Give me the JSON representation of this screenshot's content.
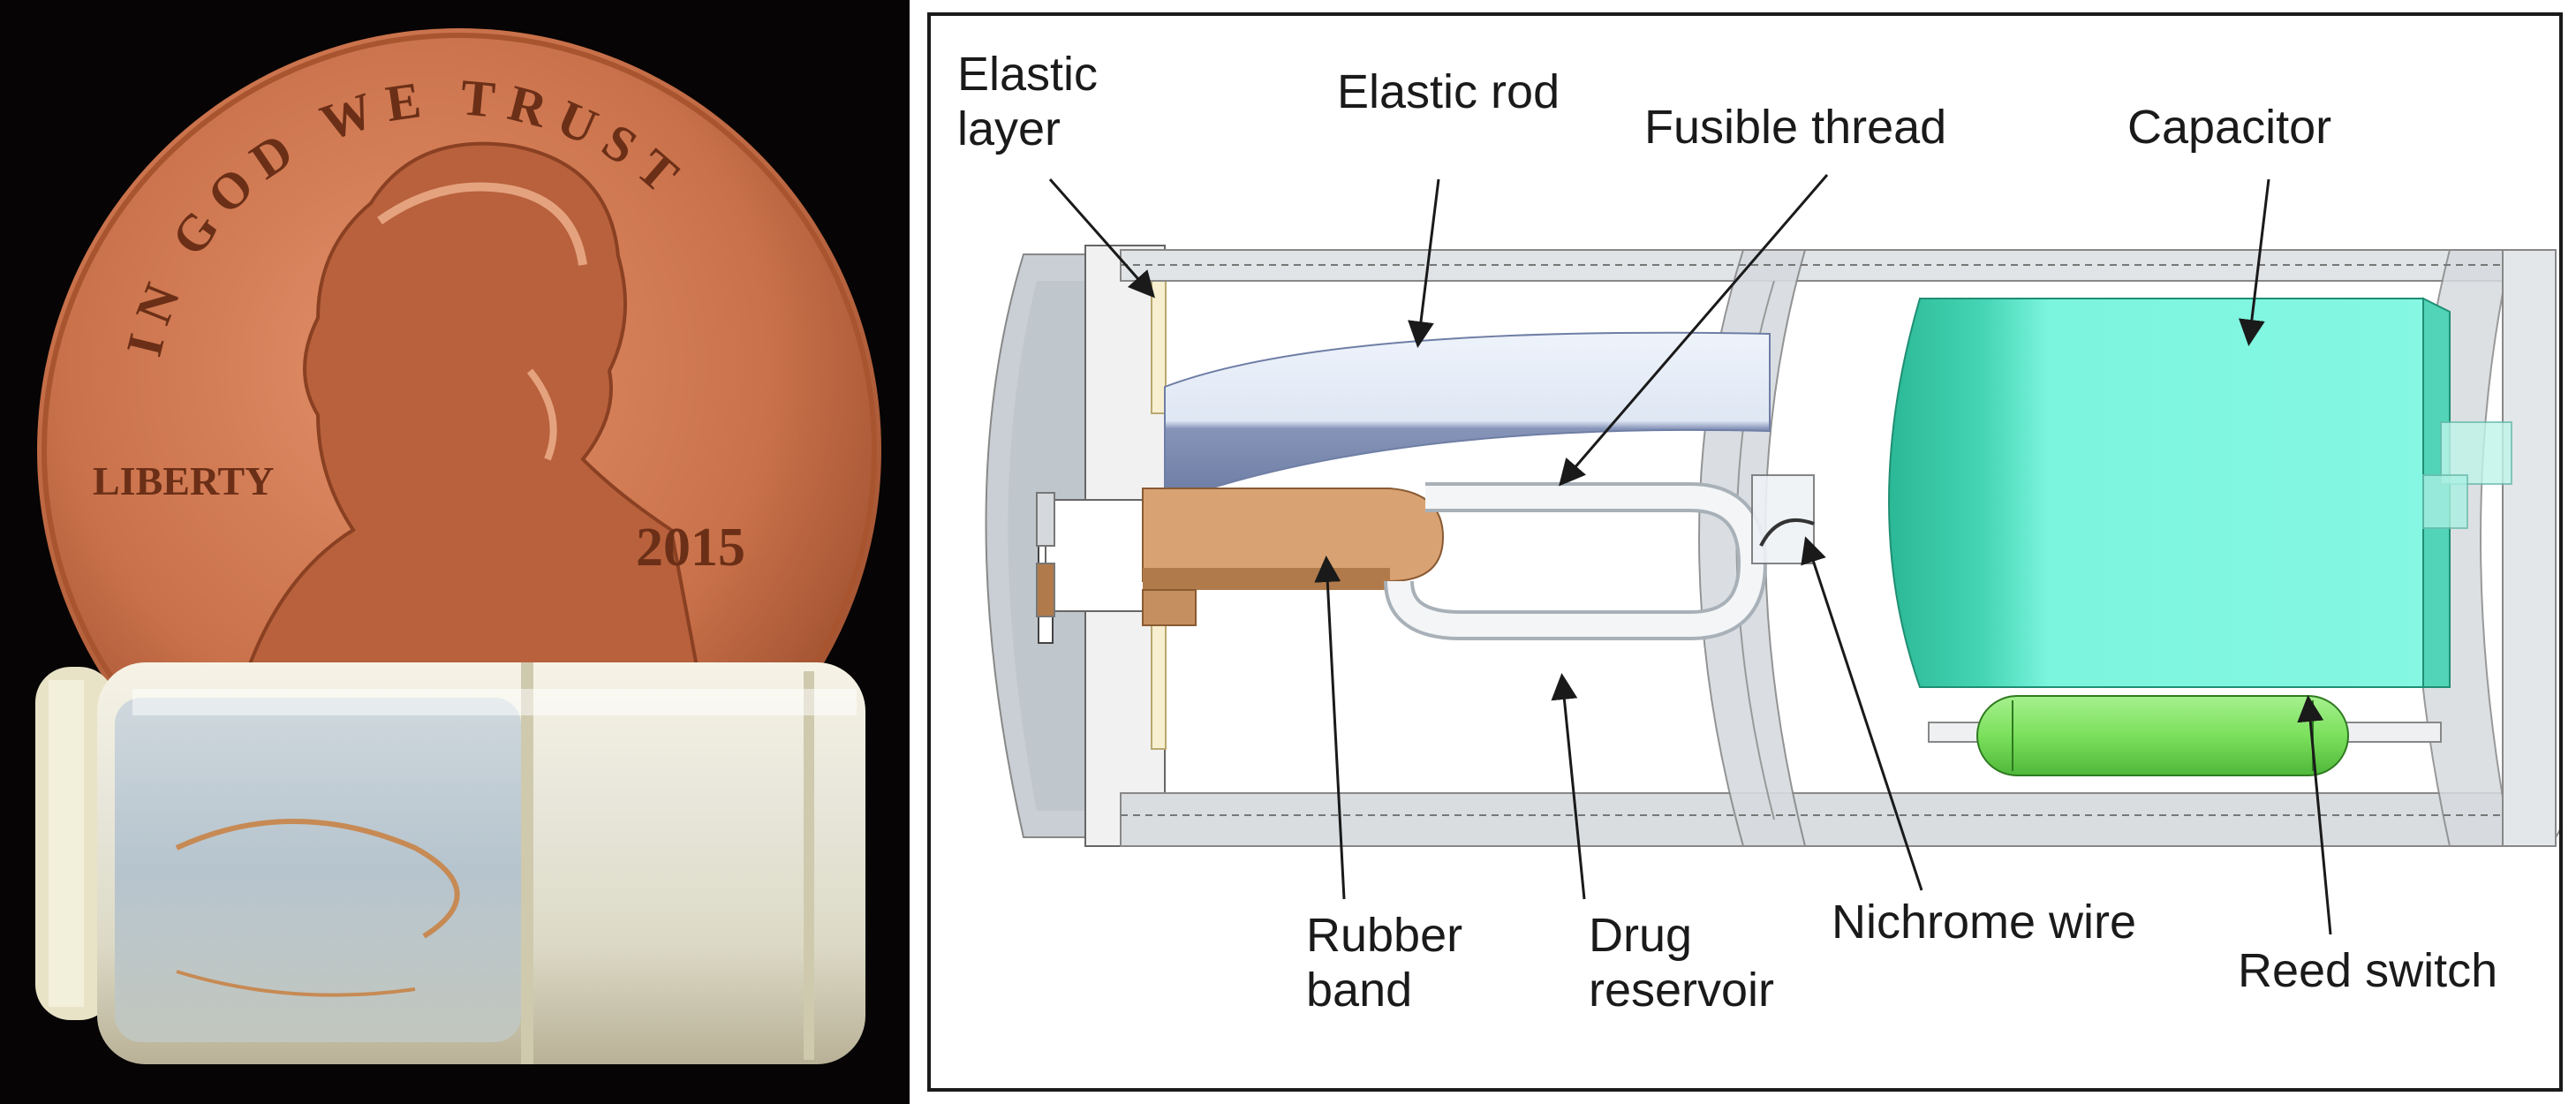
{
  "photo": {
    "coin_inscription_top": "IN GOD WE TRUST",
    "coin_inscription_left": "LIBERTY",
    "coin_year": "2015",
    "colors": {
      "coin": "#c9714a",
      "coin_dark": "#8f4426",
      "background": "#060404",
      "capsule": "#ece6cf"
    }
  },
  "diagram": {
    "labels": {
      "elastic_layer_line1": "Elastic",
      "elastic_layer_line2": "layer",
      "elastic_rod": "Elastic rod",
      "fusible_thread": "Fusible thread",
      "capacitor": "Capacitor",
      "rubber_band_line1": "Rubber",
      "rubber_band_line2": "band",
      "drug_reservoir_line1": "Drug",
      "drug_reservoir_line2": "reservoir",
      "nichrome_wire": "Nichrome wire",
      "reed_switch": "Reed switch"
    },
    "colors": {
      "capacitor": "#7cf5de",
      "capacitor_dark": "#2bb896",
      "reed_switch": "#7be05c",
      "rubber_band": "#d9a273",
      "elastic_rod": "#e3ecf7",
      "elastic_rod_dark": "#8694b8",
      "housing": "#d5d9dd",
      "elastic_layer": "#f7efcf"
    }
  }
}
